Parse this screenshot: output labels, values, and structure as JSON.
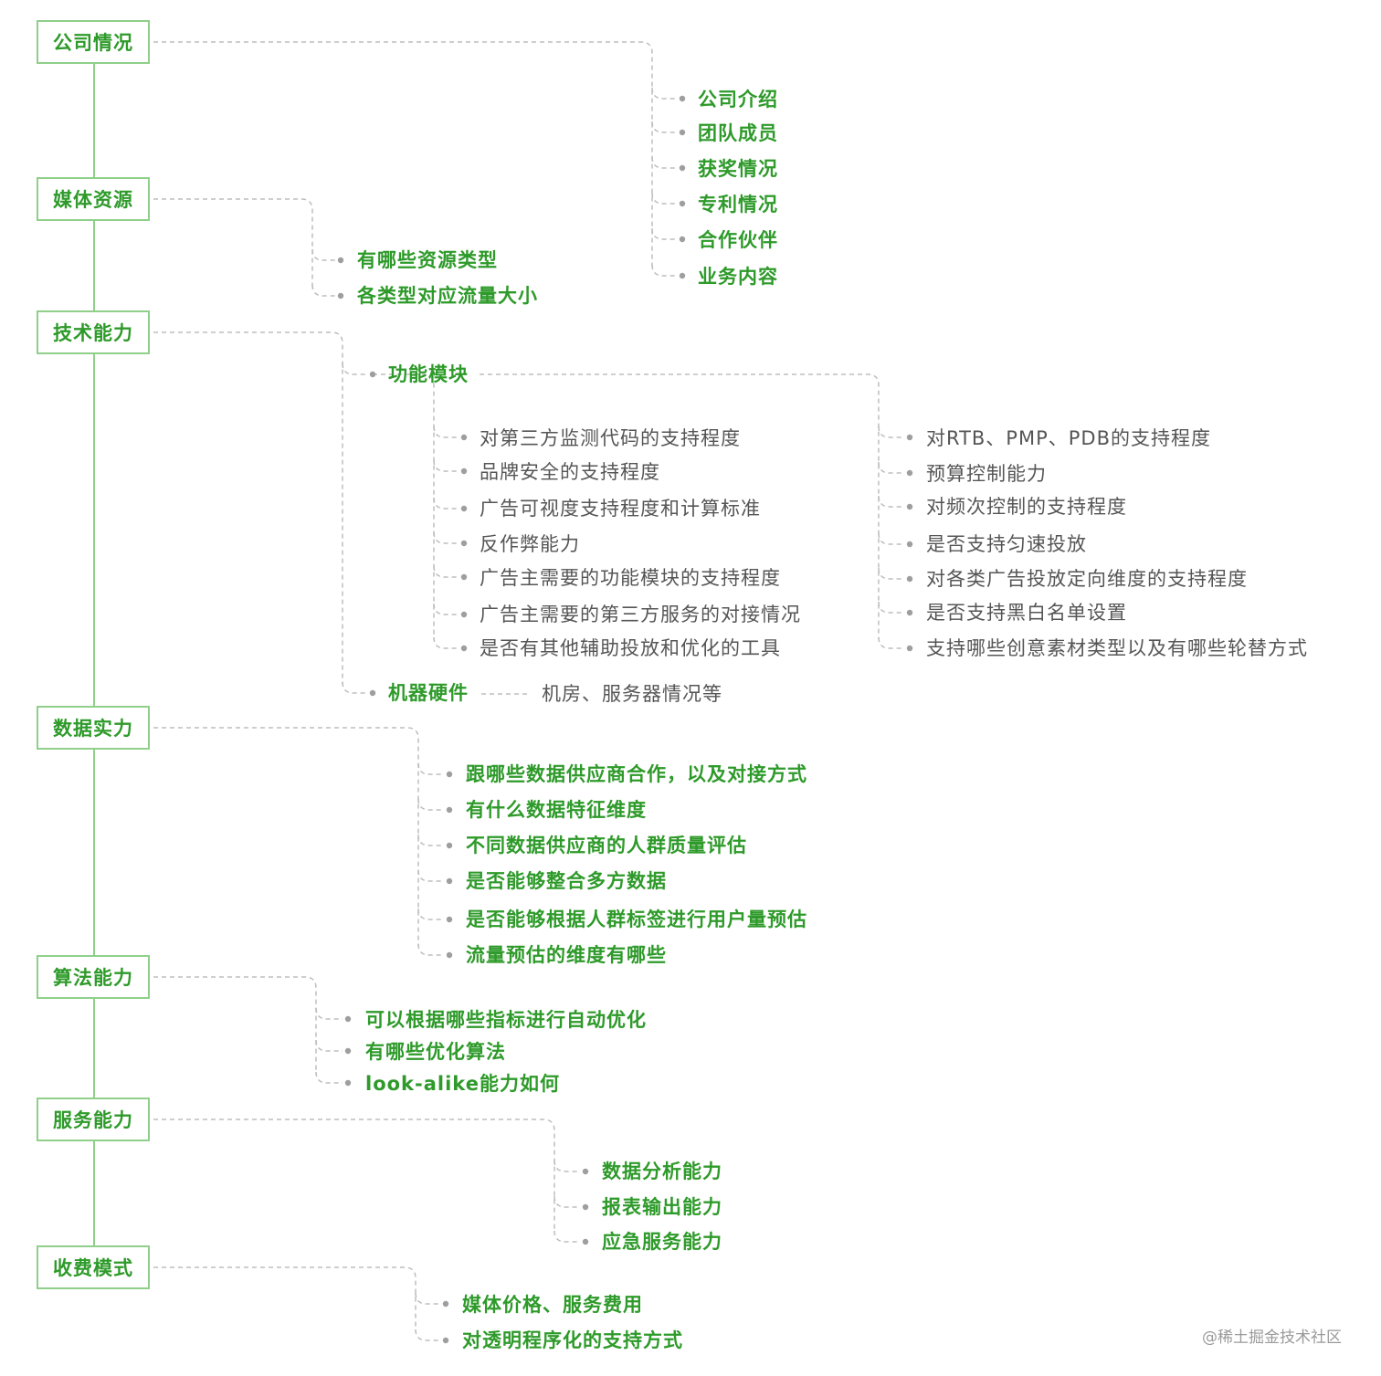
{
  "categories": {
    "company": "公司情况",
    "media": "媒体资源",
    "tech": "技术能力",
    "data": "数据实力",
    "algo": "算法能力",
    "service": "服务能力",
    "fee": "收费模式"
  },
  "company_items": [
    "公司介绍",
    "团队成员",
    "获奖情况",
    "专利情况",
    "合作伙伴",
    "业务内容"
  ],
  "media_items": [
    "有哪些资源类型",
    "各类型对应流量大小"
  ],
  "tech": {
    "function_module": "功能模块",
    "module_left": [
      "对第三方监测代码的支持程度",
      "品牌安全的支持程度",
      "广告可视度支持程度和计算标准",
      "反作弊能力",
      "广告主需要的功能模块的支持程度",
      "广告主需要的第三方服务的对接情况",
      "是否有其他辅助投放和优化的工具"
    ],
    "module_right": [
      "对RTB、PMP、PDB的支持程度",
      "预算控制能力",
      "对频次控制的支持程度",
      "是否支持匀速投放",
      "对各类广告投放定向维度的支持程度",
      "是否支持黑白名单设置",
      "支持哪些创意素材类型以及有哪些轮替方式"
    ],
    "hardware": "机器硬件",
    "hardware_detail": "机房、服务器情况等"
  },
  "data_items": [
    "跟哪些数据供应商合作，以及对接方式",
    "有什么数据特征维度",
    "不同数据供应商的人群质量评估",
    "是否能够整合多方数据",
    "是否能够根据人群标签进行用户量预估",
    "流量预估的维度有哪些"
  ],
  "algo_items": [
    "可以根据哪些指标进行自动优化",
    "有哪些优化算法",
    "look-alike能力如何"
  ],
  "service_items": [
    "数据分析能力",
    "报表输出能力",
    "应急服务能力"
  ],
  "fee_items": [
    "媒体价格、服务费用",
    "对透明程序化的支持方式"
  ],
  "watermark": "@稀土掘金技术社区",
  "colors": {
    "accent": "#2e9a2a",
    "box_border": "#8fcf8a",
    "secondary_text": "#555555",
    "connector": "#bdbdbd"
  }
}
